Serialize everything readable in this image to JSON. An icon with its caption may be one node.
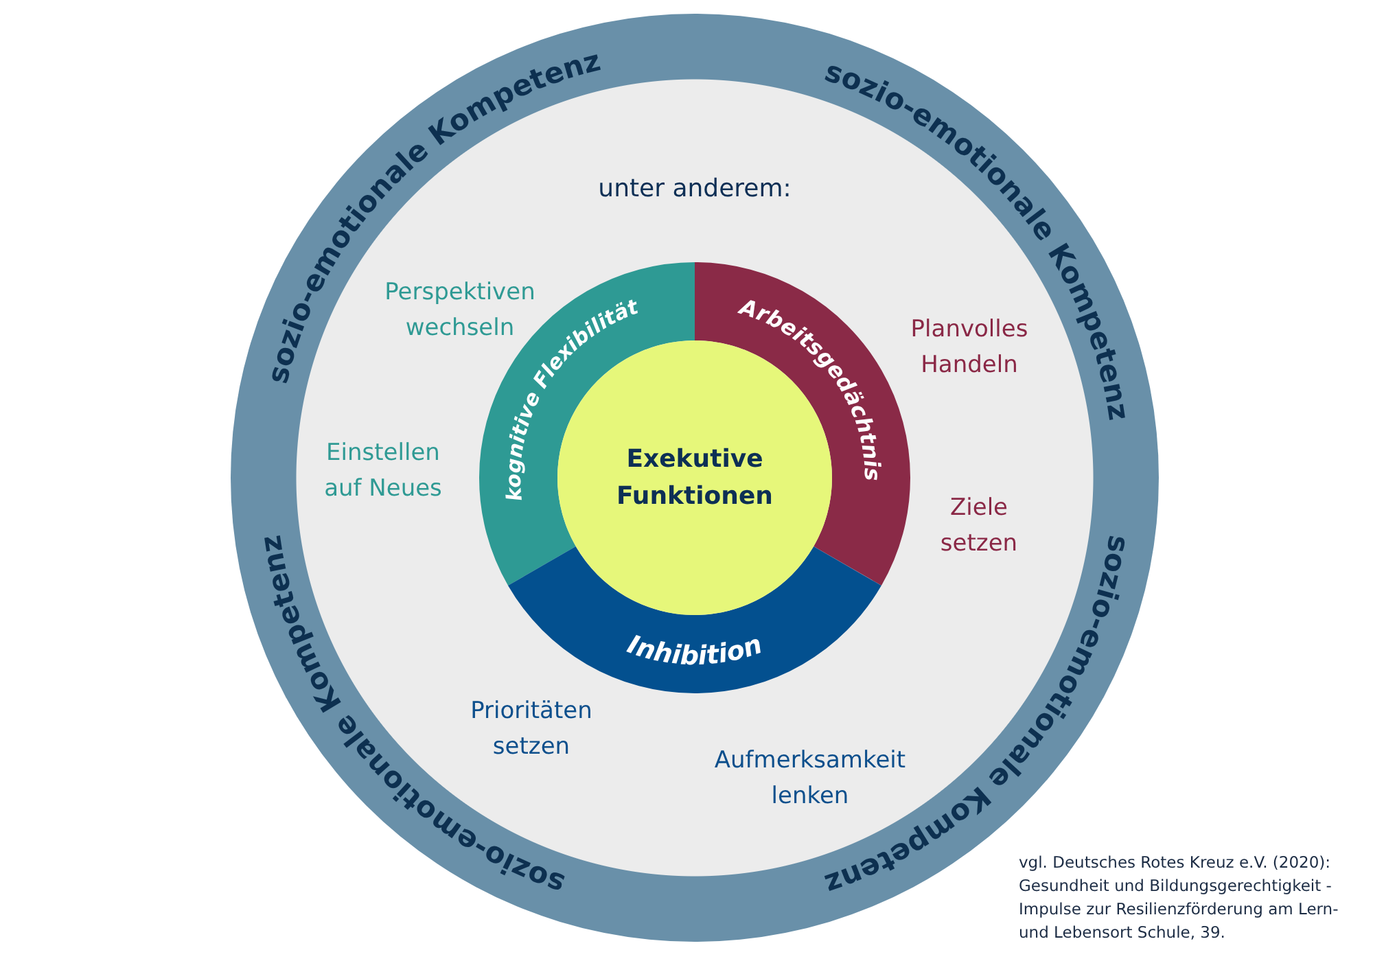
{
  "diagram": {
    "caption": "vgl. Deutsches Rotes Kreuz e.V. (2020): Gesundheit und Bildungsgerechtigkeit - Impulse zur Resilienzförderung am Lern- und Lebensort Schule, 39.",
    "nodes": [
      {
        "text": [
          "sozio-emotionale Kompetenz",
          "sozio-emotionale Kompetenz",
          "sozio-emotionale Kompetenz",
          "sozio-emotionale Kompetenz"
        ]
      },
      {
        "text": [
          "kognitive Flexibilität"
        ],
        "in": 0,
        "beside": [
          "Perspektiven wechseln",
          "Einstellen auf Neues"
        ]
      },
      {
        "text": [
          "Arbeitsgedächtnis"
        ],
        "in": 0,
        "beside": [
          "Planvolles Handeln",
          "Ziele setzen"
        ]
      },
      {
        "text": [
          "Inhibition"
        ],
        "in": 0,
        "beside": [
          "Prioritäten setzen",
          "Aufmerksamkeit lenken"
        ]
      },
      {
        "text": [
          "Exekutive Funktionen"
        ],
        "in": 0
      }
    ],
    "labels": [
      "unter anderem:"
    ]
  }
}
